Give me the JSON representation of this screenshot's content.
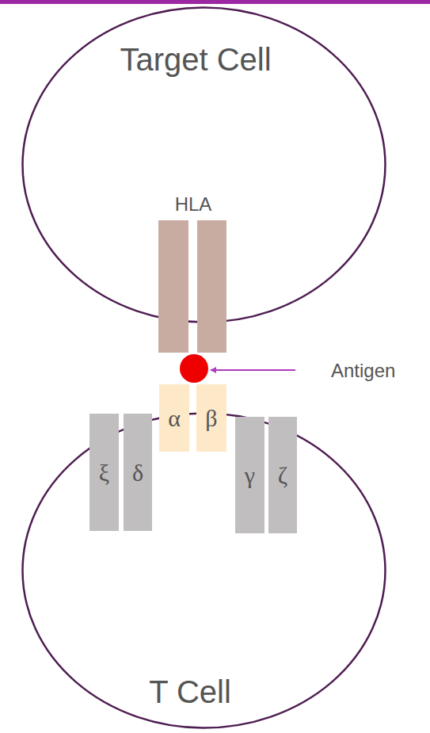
{
  "diagram": {
    "nodes": [
      {
        "text": [
          "Target Cell"
        ]
      },
      {
        "text": [
          "ξ"
        ]
      },
      {
        "text": [
          "δ"
        ]
      },
      {
        "text": [
          "α"
        ]
      },
      {
        "text": [
          "β"
        ]
      },
      {
        "text": [
          "γ"
        ]
      },
      {
        "text": [
          "ζ"
        ]
      },
      {
        "text": [
          "T Cell"
        ]
      }
    ],
    "labels": [
      "HLA",
      "Antigen"
    ]
  }
}
